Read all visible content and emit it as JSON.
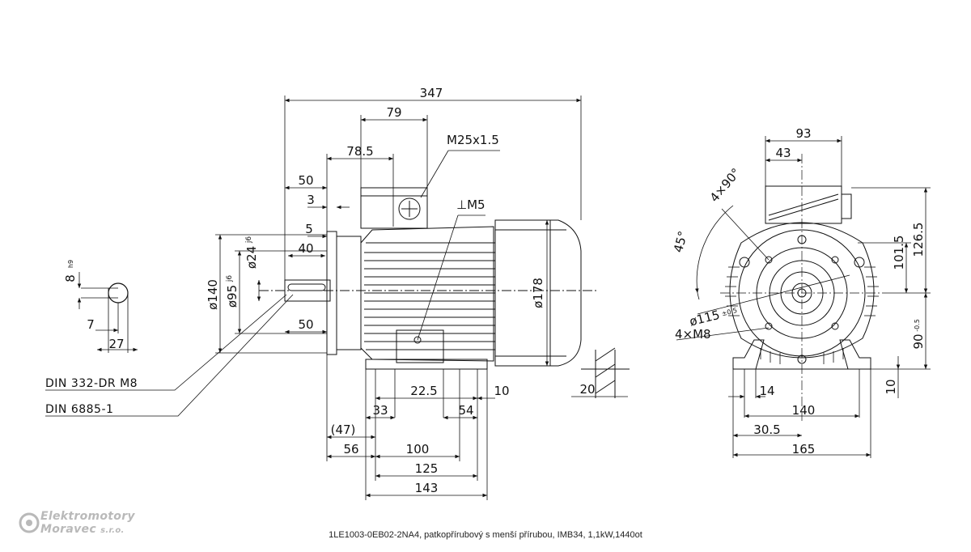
{
  "dimensions": {
    "d347": "347",
    "d79": "79",
    "d78_5": "78.5",
    "d50_top": "50",
    "d3": "3",
    "d5": "5",
    "d40": "40",
    "d50_shaft": "50",
    "d_phi140": "ø140",
    "d_phi95": "ø95",
    "d_phi95_tol": "j6",
    "d_phi24": "ø24",
    "d_phi24_tol": "j6",
    "d_phi178": "ø178",
    "d22_5": "22.5",
    "d10_side": "10",
    "d20": "20",
    "d33": "33",
    "d54": "54",
    "d47": "(47)",
    "d56": "56",
    "d100": "100",
    "d125": "125",
    "d143": "143",
    "m25": "M25x1.5",
    "m5": "⊥M5",
    "key_8": "8",
    "key_8_tol": "h9",
    "key_7": "7",
    "key_27": "27",
    "f93": "93",
    "f43": "43",
    "f101_5": "101.5",
    "f126_5": "126.5",
    "f90": "90",
    "f90_tol": "-0.5",
    "f10": "10",
    "f14": "14",
    "f140": "140",
    "f30_5": "30.5",
    "f165": "165",
    "f_4x90": "4×90°",
    "f_45": "45°",
    "f_phi115": "ø115",
    "f_phi115_tol": "±0.5",
    "f_4xm8": "4×M8"
  },
  "labels": {
    "din332": "DIN 332-DR M8",
    "din6885": "DIN 6885-1"
  },
  "caption": "1LE1003-0EB02-2NA4, patkopřírubový s menší přírubou, IMB34, 1,1kW,1440ot",
  "logo": {
    "line1": "Elektromotory",
    "line2": "Moravec",
    "line2_suffix": "s.r.o."
  },
  "colors": {
    "line": "#111111",
    "logo": "#b9b9b9"
  }
}
